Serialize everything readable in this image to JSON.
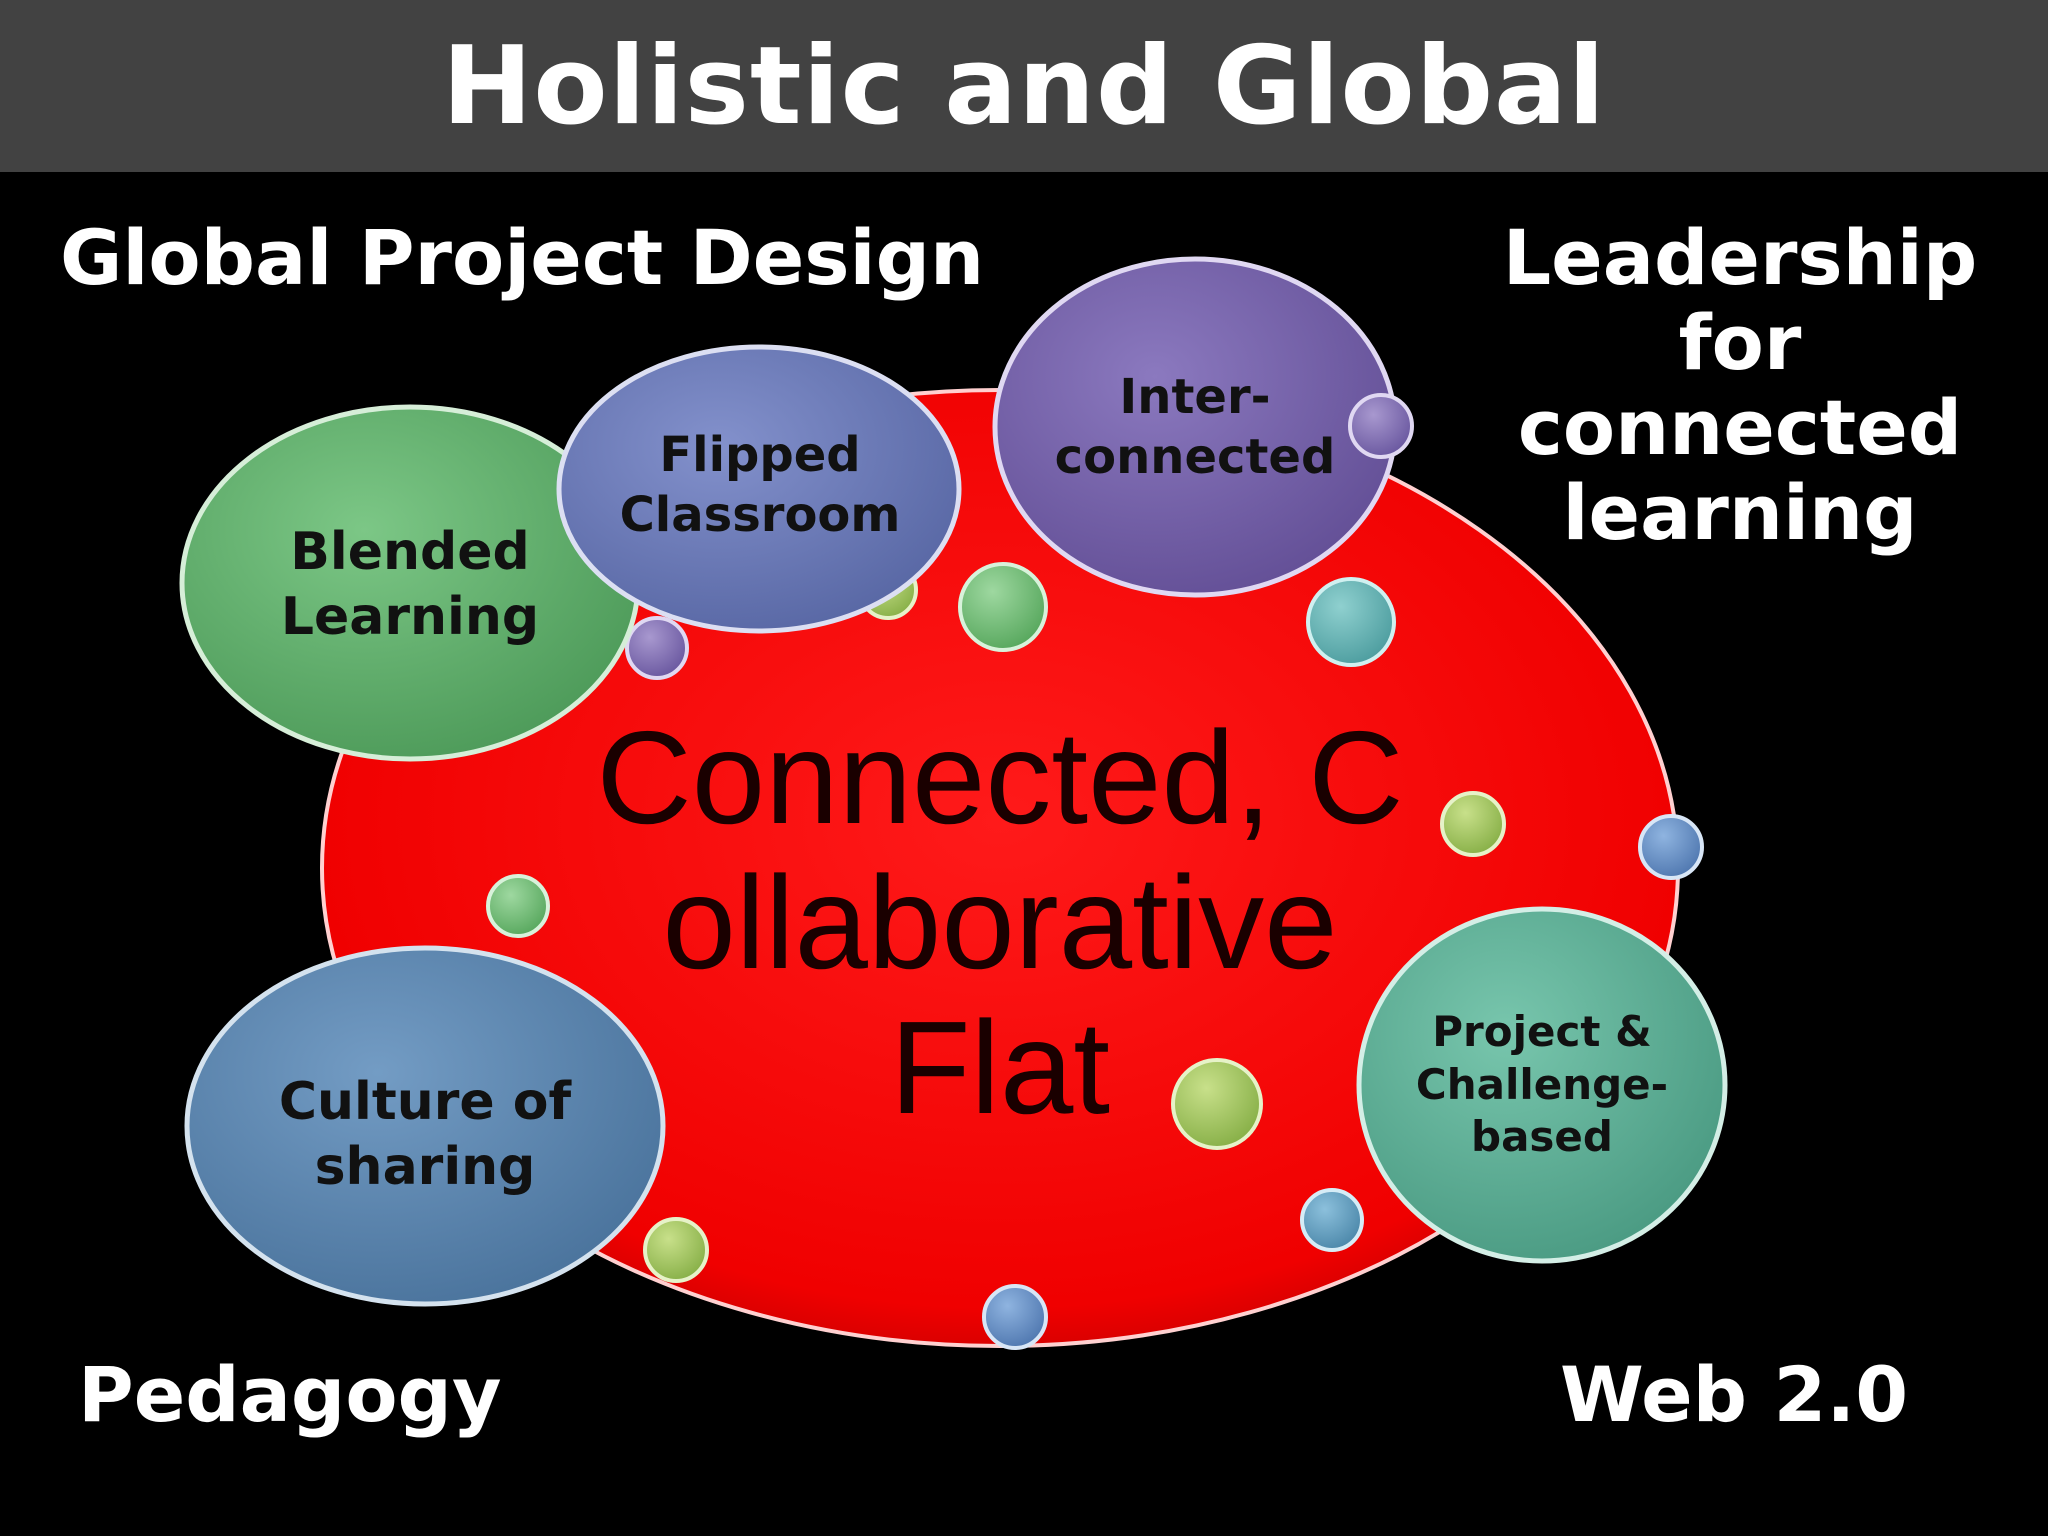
{
  "title": "Holistic and Global",
  "corners": {
    "top_left": "Global Project Design",
    "top_right": [
      "Leadership",
      "for",
      "connected",
      "learning"
    ],
    "bottom_left": "Pedagogy",
    "bottom_right": "Web 2.0"
  },
  "center": {
    "lines": [
      "Connected, C",
      "ollaborative",
      "Flat"
    ],
    "fill_color": "#ff0000"
  },
  "bubbles": {
    "blended": {
      "lines": [
        "Blended",
        "Learning"
      ],
      "color": "#5fb06a"
    },
    "flipped": {
      "lines": [
        "Flipped",
        "Classroom"
      ],
      "color": "#6a79b8"
    },
    "interconnected": {
      "lines": [
        "Inter-",
        "connected"
      ],
      "color": "#7663a8"
    },
    "culture": {
      "lines": [
        "Culture of",
        "sharing"
      ],
      "color": "#5b86b0"
    },
    "project": {
      "lines": [
        "Project &",
        "Challenge-",
        "based"
      ],
      "color": "#5fb39a"
    }
  }
}
